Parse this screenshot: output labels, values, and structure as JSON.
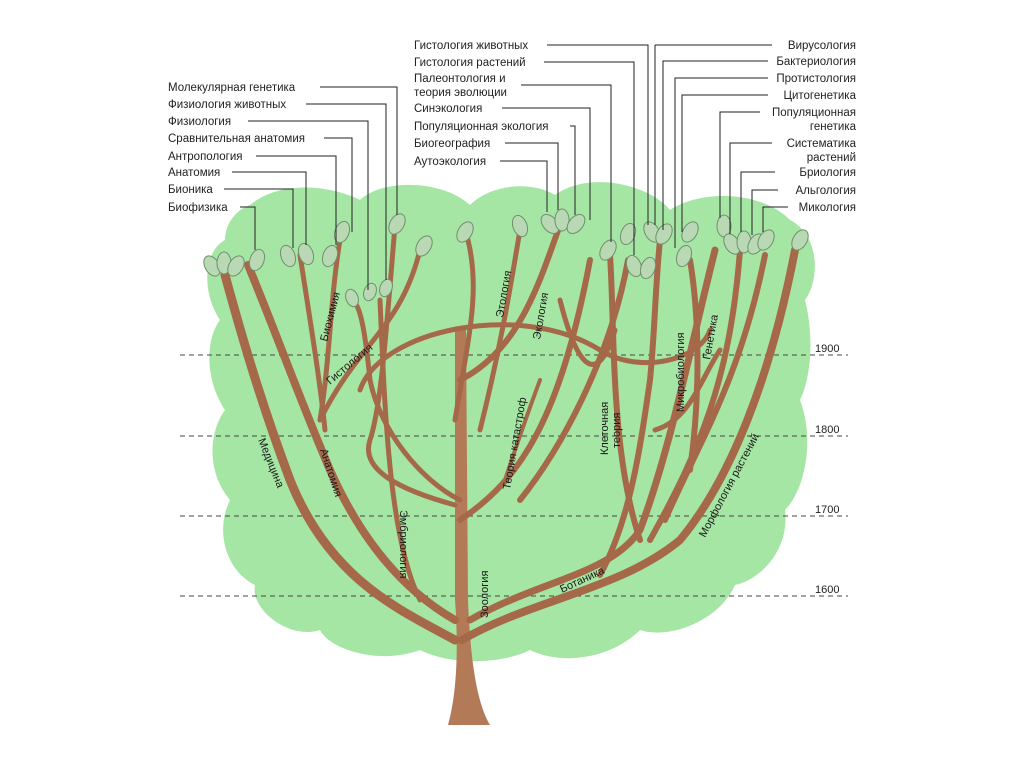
{
  "left_labels": [
    "Молекулярная генетика",
    "Физиология животных",
    "Физиология",
    "Сравнительная анатомия",
    "Антропология",
    "Анатомия",
    "Бионика",
    "Биофизика"
  ],
  "top_labels": [
    "Гистология животных",
    "Гистология растений",
    "Палеонтология и",
    "теория эволюции",
    "Синэкология",
    "Популяционная экология",
    "Биогеография",
    "Аутоэкология"
  ],
  "right_labels": [
    "Вирусология",
    "Бактериология",
    "Протистология",
    "Цитогенетика",
    "Популяционная",
    "генетика",
    "Систематика",
    "растений",
    "Бриология",
    "Альгология",
    "Микология"
  ],
  "branch_labels": {
    "biochem": "Биохимия",
    "histology": "Гистология",
    "ethology": "Этология",
    "ecology": "Экология",
    "catastrophe": "Теория катастроф",
    "cell1": "Клеточная",
    "cell2": "теория",
    "microbio": "Микробиология",
    "genetics": "Генетика",
    "medicine": "Медицина",
    "anatomy": "Анатомия",
    "embryo": "Эмбриология",
    "zoology": "Зоология",
    "botany": "Ботаника",
    "morph": "Морфология растений"
  },
  "years": [
    "1900",
    "1800",
    "1700",
    "1600"
  ],
  "colors": {
    "canopy": "#a6e6a4",
    "branch": "#a5694a",
    "leaf": "#b9d9b4"
  }
}
